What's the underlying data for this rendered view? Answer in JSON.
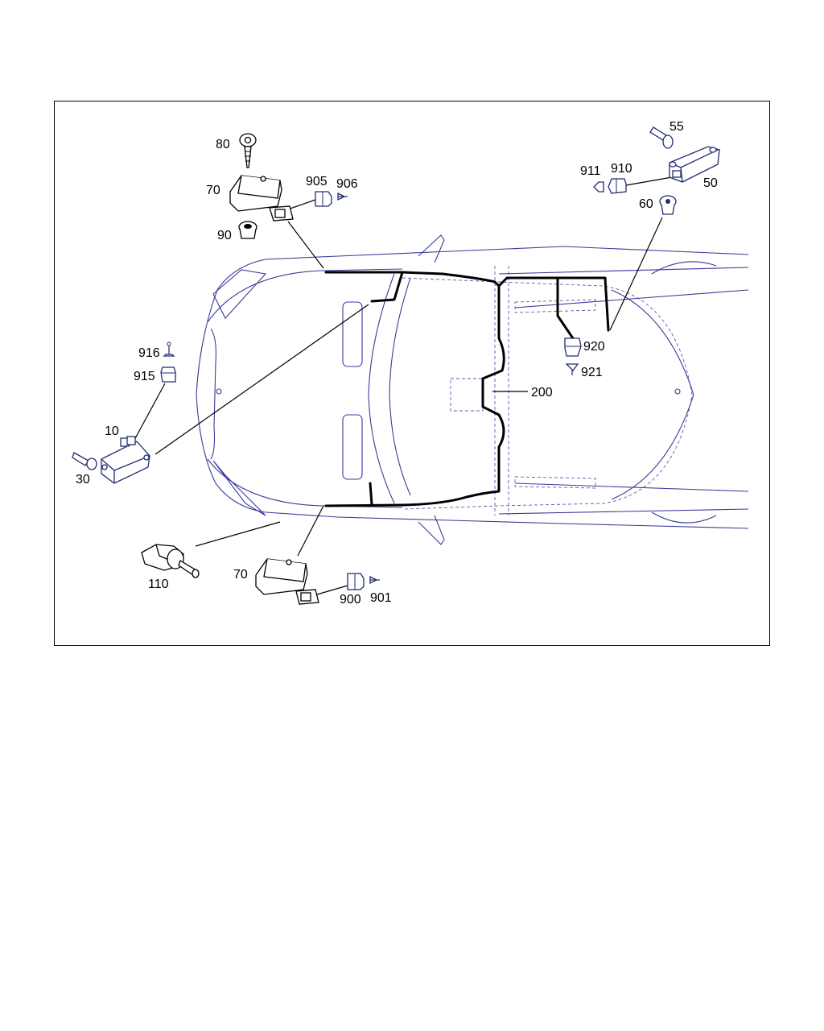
{
  "callouts": {
    "c80": "80",
    "c70_top": "70",
    "c905": "905",
    "c906": "906",
    "c90": "90",
    "c55": "55",
    "c911": "911",
    "c910": "910",
    "c50": "50",
    "c60": "60",
    "c916": "916",
    "c915": "915",
    "c10": "10",
    "c30": "30",
    "c920": "920",
    "c921": "921",
    "c200": "200",
    "c110": "110",
    "c70_bottom": "70",
    "c900": "900",
    "c901": "901"
  },
  "colors": {
    "vehicle_outline": "#3a3a9a",
    "harness": "#000000",
    "frame": "#000000"
  }
}
